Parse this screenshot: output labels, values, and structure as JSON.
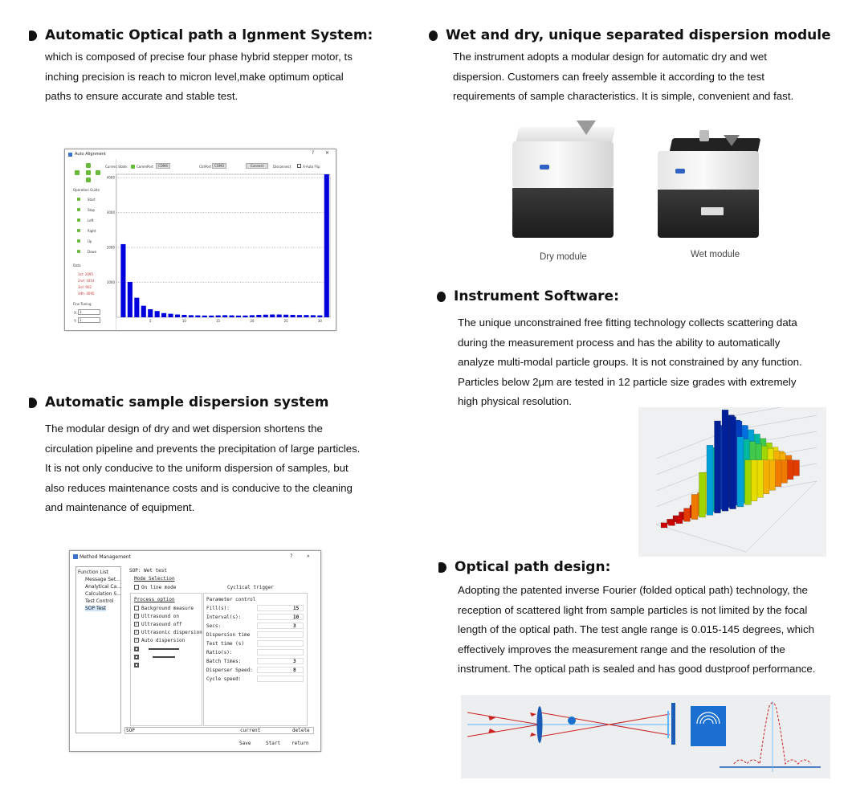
{
  "sections": {
    "optical_alignment": {
      "title": "Automatic Optical path a lgnment System:",
      "lines": [
        "which is composed of precise four phase hybrid stepper motor,  ts",
        "inching precision is reach to micron level,make optimum optical",
        "paths to ensure accurate and stable test."
      ]
    },
    "dispersion_module": {
      "title": "Wet and dry, unique separated dispersion module",
      "lines": [
        "The instrument adopts a modular design for automatic dry and wet",
        "dispersion. Customers can freely assemble it according to the test",
        "requirements of sample characteristics. It is simple, convenient and fast."
      ]
    },
    "sample_dispersion": {
      "title": "Automatic sample dispersion system",
      "lines": [
        "The modular design of dry and wet dispersion shortens the",
        "circulation pipeline and prevents the precipitation of large particles.",
        "It is not only conducive to the uniform dispersion of samples, but",
        "also reduces maintenance costs and is conducive to the cleaning",
        "and maintenance of equipment."
      ]
    },
    "software": {
      "title": "Instrument Software:",
      "lines": [
        "The unique unconstrained free fitting technology collects scattering data",
        "during the measurement process and has the ability to automatically",
        "analyze multi-modal particle groups. It is not constrained by any function.",
        "Particles below 2μm are tested in 12 particle size grades with extremely",
        "high physical resolution."
      ]
    },
    "optical_design": {
      "title": "Optical path design:",
      "lines": [
        "Adopting the patented inverse Fourier (folded optical path) technology, the",
        "reception of scattered light from sample particles is not limited by the focal",
        "length of the optical path. The test angle range is 0.015-145 degrees, which",
        "effectively improves the measurement range and the resolution of the",
        "instrument. The optical path is sealed and has good dustproof performance."
      ]
    }
  },
  "modules": {
    "dry_caption": "Dry module",
    "wet_caption": "Wet module"
  },
  "auto_alignment": {
    "title": "Auto Alignment",
    "help": "?",
    "close": "✕",
    "current_state_label": "Current State:",
    "comm_port_label": "CommPort",
    "comm_port_value": "COM4",
    "ctrl_port_label": "CtrlPort",
    "ctrl_port_value": "COM3",
    "connect_label": "Connect",
    "disconnect_label": "Disconnect",
    "x_auto_flip_label": "X-Auto Flip",
    "operation_guide_label": "Operation Guide",
    "ops": [
      "Start",
      "Stop",
      "Left",
      "Right",
      "Up",
      "Down"
    ],
    "data_label": "Data",
    "data_values": [
      "1st: 2095",
      "2nd: 1014",
      "3rd: 902",
      "3lth: 4095"
    ],
    "fine_tuning_label": "Fine Tuning",
    "x_label": "X:",
    "x_value": "1",
    "y_label": "Y:",
    "y_value": "1"
  },
  "method_mgmt": {
    "title": "Method Management",
    "help": "?",
    "close": "✕",
    "function_list_label": "Function List",
    "functions": [
      "Message Set...",
      "Analytical Ca...",
      "Calculation S...",
      "Test Control",
      "SOP Test"
    ],
    "sop_label": "SOP: Wet test",
    "mode_selection_label": "Mode Selection",
    "online_mode_label": "On line mode",
    "cyclical_trigger_label": "Cyclical trigger",
    "process_option_label": "Process option",
    "process_options": [
      "Background measure",
      "Ultrasound on",
      "Ultrasound off",
      "Ultrasonic dispersion",
      "Auto dispersion"
    ],
    "parameter_control_label": "Parameter control",
    "param_labels": [
      "Fill(s):",
      "Interval(s):",
      "Secs:",
      "Dispersion time",
      "Test time (s)",
      "Ratio(s):",
      "Batch Times:",
      "Disperser Speed:",
      "Cycle speed:"
    ],
    "param_values": [
      "15",
      "10",
      "3",
      "",
      "",
      "",
      "3",
      "8",
      ""
    ],
    "bottom_input": "SOP",
    "current_label": "current",
    "delete_label": "delete",
    "save_label": "Save",
    "start_label": "Start",
    "return_label": "return"
  },
  "chart_data": [
    {
      "type": "bar",
      "title": "",
      "xlabel": "",
      "ylabel": "",
      "x": [
        1,
        2,
        3,
        4,
        5,
        6,
        7,
        8,
        9,
        10,
        11,
        12,
        13,
        14,
        15,
        16,
        17,
        18,
        19,
        20,
        21,
        22,
        23,
        24,
        25,
        26,
        27,
        28,
        29,
        30,
        31
      ],
      "values": [
        2095,
        1014,
        560,
        330,
        230,
        180,
        120,
        100,
        80,
        70,
        60,
        55,
        50,
        50,
        55,
        60,
        55,
        50,
        50,
        60,
        70,
        75,
        80,
        80,
        75,
        70,
        65,
        65,
        60,
        55,
        4095
      ],
      "xticks": [
        5,
        10,
        15,
        20,
        25,
        30
      ],
      "yticks": [
        1000,
        2000,
        3000,
        4000
      ],
      "ylim": [
        0,
        4095
      ],
      "xlim": [
        0,
        31.5
      ],
      "color": "#0000dd"
    }
  ]
}
